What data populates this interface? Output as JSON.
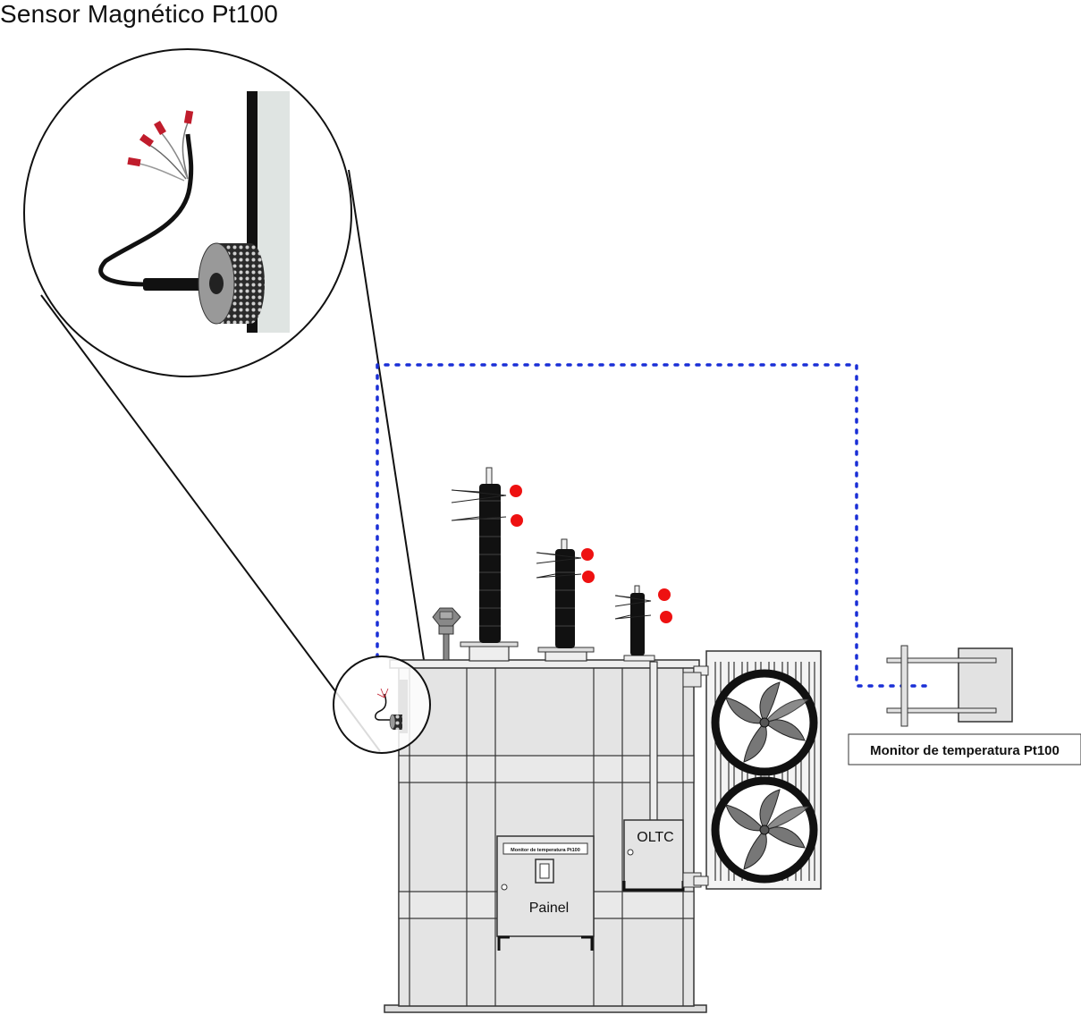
{
  "title": "Sensor Magnético Pt100",
  "labels": {
    "monitor": "Monitor de temperatura Pt100",
    "panel_plate": "Monitor de temperatura Pt100",
    "panel": "Painel",
    "oltc": "OLTC"
  },
  "colors": {
    "link": "#1a2fd6",
    "marker": "#ee1111",
    "tank": "#e4e4e4",
    "outline": "#333333"
  }
}
